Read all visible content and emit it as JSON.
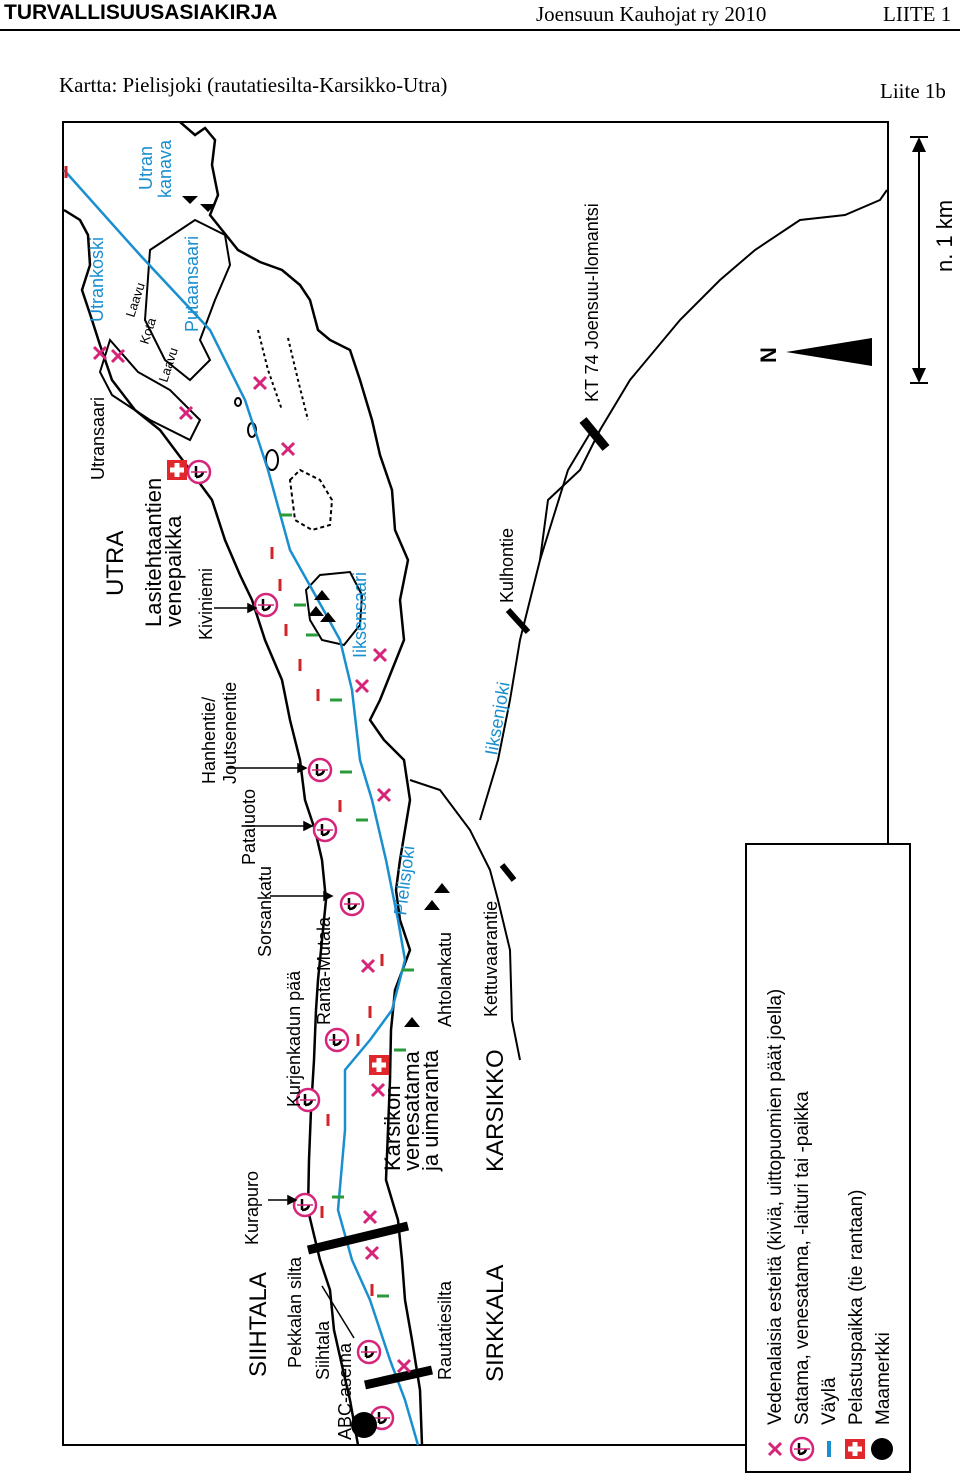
{
  "header": {
    "title": "TURVALLISUUSASIAKIRJA",
    "organization": "Joensuun Kauhojat ry 2010",
    "appendix": "LIITE 1"
  },
  "map": {
    "caption": "Kartta: Pielisjoki (rautatiesilta-Karsikko-Utra)",
    "sub_appendix": "Liite 1b",
    "scale_label": "n. 1 km",
    "north_label": "N",
    "areas": {
      "siihtala": "SIIHTALA",
      "sirkkala": "SIRKKALA",
      "karsikko": "KARSIKKO",
      "utra": "UTRA"
    },
    "places": {
      "kurapuro": "Kurapuro",
      "pekkalan_silta": "Pekkalan silta",
      "siihtala_small": "Siihtala",
      "abc_asema": "ABC-asema",
      "rautatiesilta": "Rautatiesilta",
      "karsikon_line1": "Karsikon",
      "karsikon_line2": "venesatama",
      "karsikon_line3": "ja uimaranta",
      "kurjenkadun_paa": "Kurjenkadun pää",
      "ranta_mutala": "Ranta-Mutala",
      "sorsankatu": "Sorsankatu",
      "pataluoto": "Pataluoto",
      "hanhentie_line1": "Hanhentie/",
      "hanhentie_line2": "Joutsenentie",
      "kiviniemi": "Kiviniemi",
      "lasitehtaantien_line1": "Lasitehtaantien",
      "lasitehtaantien_line2": "venepaikka",
      "utransaari": "Utransaari",
      "utrankoski": "Utrankoski",
      "utran_kanava_line1": "Utran",
      "utran_kanava_line2": "kanava",
      "putaansaari": "Putaansaari",
      "laavu_1": "Laavu",
      "laavu_2": "Laavu",
      "kota": "Kota",
      "ahtolankatu": "Ahtolankatu",
      "kettuvaarantie": "Kettuvaarantie",
      "kulhontie": "Kulhontie",
      "kt74": "KT 74 Joensuu-Ilomantsi",
      "iiksenjoki": "Iiksenjoki",
      "iiksensaari": "Iiksensaari",
      "pielisjoki": "Pielisjoki"
    },
    "legend": [
      {
        "symbol": "x-mark",
        "label": "Vedenalaisia esteitä (kiviä, uittopuomien päät joella)"
      },
      {
        "symbol": "harbor-symbol",
        "label": "Satama, venesatama, -laituri tai -paikka"
      },
      {
        "symbol": "fairway-line",
        "label": "Väylä"
      },
      {
        "symbol": "rescue-cross",
        "label": "Pelastuspaikka (tie rantaan)"
      },
      {
        "symbol": "landmark-dot",
        "label": "Maamerkki"
      }
    ],
    "colors": {
      "fairway": "#1a8fd0",
      "hazard": "#d6247a",
      "rescue": "#e0282c",
      "green_marker": "#2a9a3a",
      "red_marker": "#d0242a"
    }
  }
}
